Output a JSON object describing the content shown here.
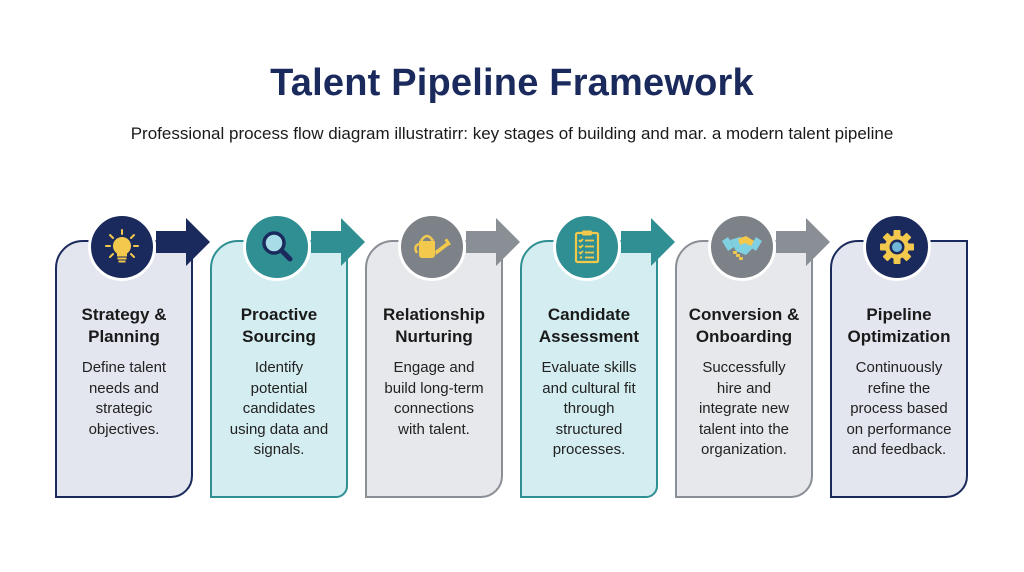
{
  "header": {
    "title": "Talent Pipeline Framework",
    "subtitle": "Professional process flow diagram illustratirr: key stages of building and mar. a modern talent pipeline"
  },
  "colors": {
    "navy": "#1b2a5c",
    "teal": "#2f8f92",
    "gray": "#7d8288",
    "icon_yellow": "#f2c94c"
  },
  "stages": [
    {
      "title_line1": "Strategy &",
      "title_line2": "Planning",
      "desc": [
        "Define talent",
        "needs and",
        "strategic",
        "objectives."
      ],
      "icon": "lightbulb-icon",
      "theme": "navy"
    },
    {
      "title_line1": "Proactive",
      "title_line2": "Sourcing",
      "desc": [
        "Identify",
        "potential",
        "candidates",
        "using data and",
        "signals."
      ],
      "icon": "magnifier-icon",
      "theme": "teal"
    },
    {
      "title_line1": "Relationship",
      "title_line2": "Nurturing",
      "desc": [
        "Engage and",
        "build long-term",
        "connections",
        "with talent."
      ],
      "icon": "watering-can-icon",
      "theme": "gray"
    },
    {
      "title_line1": "Candidate",
      "title_line2": "Assessment",
      "desc": [
        "Evaluate skills",
        "and cultural fit",
        "through",
        "structured",
        "processes."
      ],
      "icon": "clipboard-checklist-icon",
      "theme": "teal"
    },
    {
      "title_line1": "Conversion &",
      "title_line2": "Onboarding",
      "desc": [
        "Successfully",
        "hire and",
        "integrate new",
        "talent into the",
        "organization."
      ],
      "icon": "handshake-icon",
      "theme": "gray"
    },
    {
      "title_line1": "Pipeline",
      "title_line2": "Optimization",
      "desc": [
        "Continuously",
        "refine the",
        "process based",
        "on performance",
        "and feedback."
      ],
      "icon": "gear-icon",
      "theme": "navy"
    }
  ]
}
